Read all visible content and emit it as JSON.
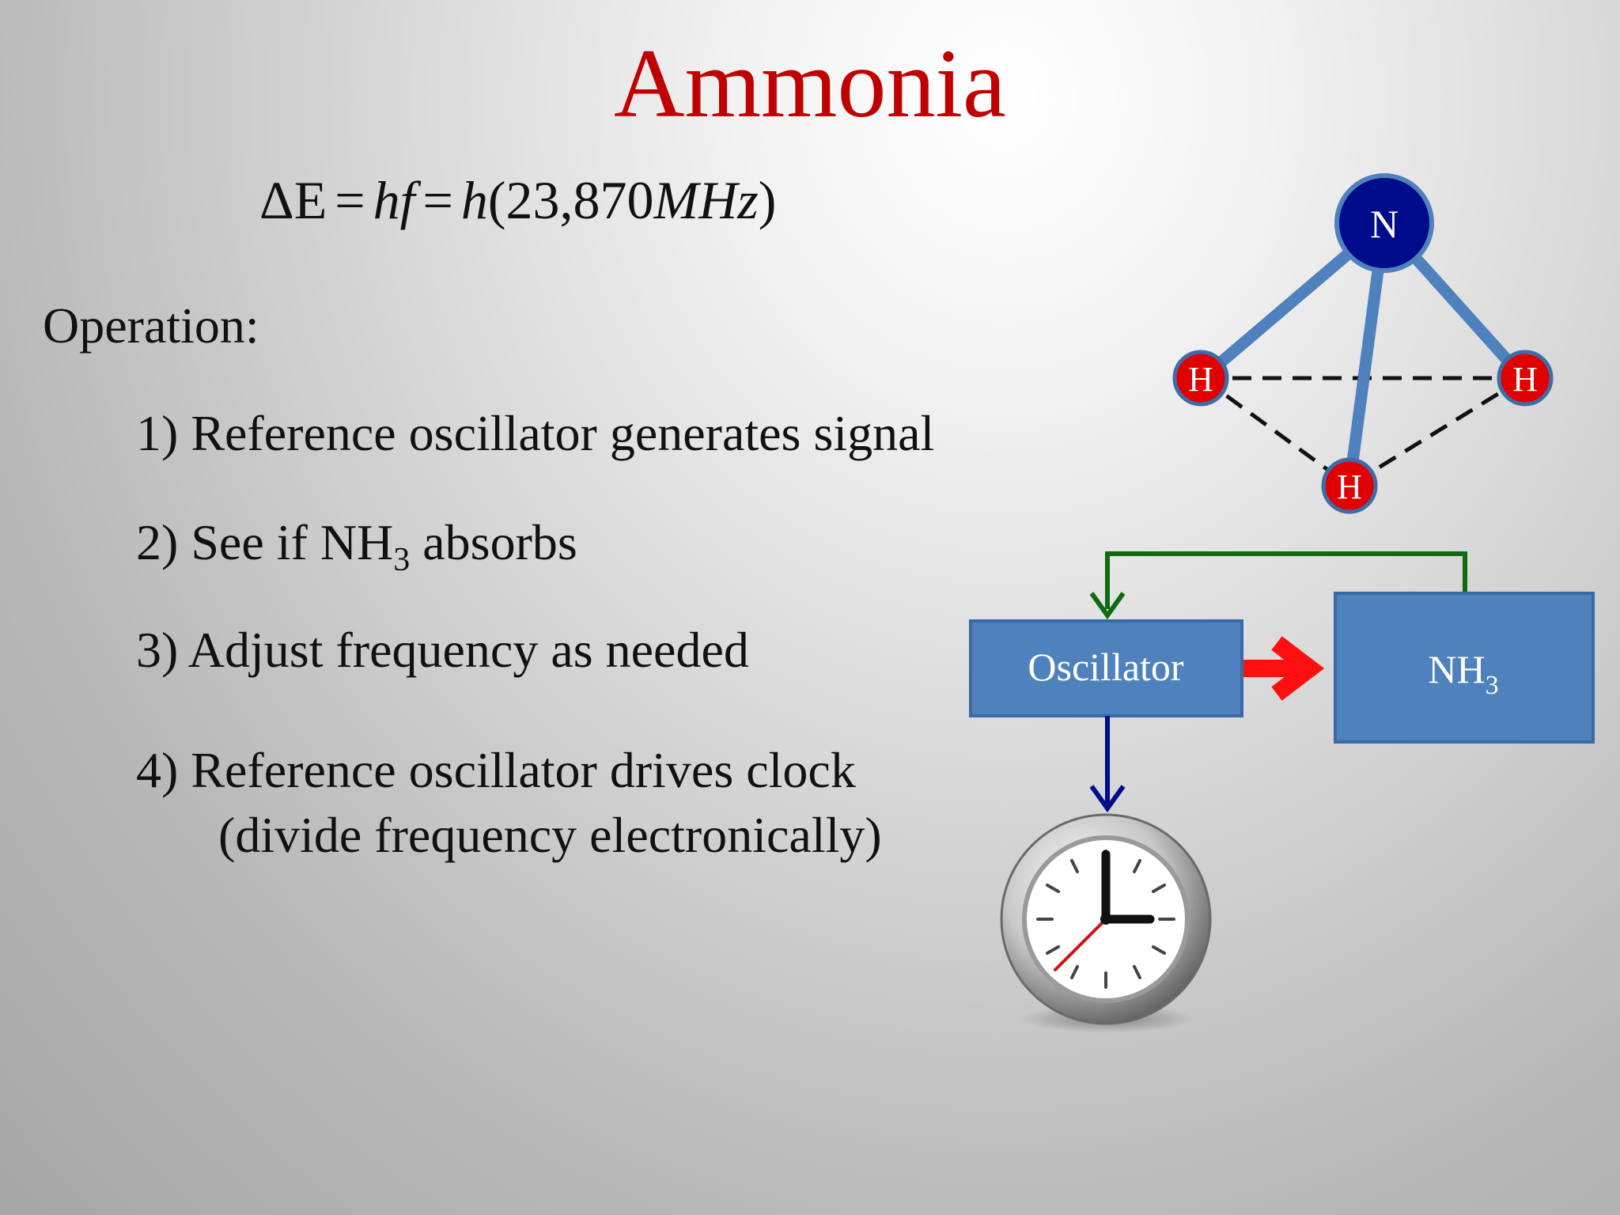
{
  "slide": {
    "title": "Ammonia",
    "equation": {
      "lhs": "ΔE",
      "eq1": "=",
      "mid": "hf",
      "eq2": "=",
      "h": "h",
      "open": "(",
      "number": "23,870",
      "unit": "MHz",
      "close": ")"
    },
    "operation_label": "Operation:",
    "steps": [
      {
        "text": "1) Reference oscillator generates signal"
      },
      {
        "prefix": "2) See if NH",
        "sub": "3",
        "suffix": " absorbs"
      },
      {
        "text": "3) Adjust frequency as needed"
      },
      {
        "text": "4) Reference oscillator drives clock",
        "continuation": "(divide frequency electronically)"
      }
    ]
  },
  "molecule": {
    "center_atom": "N",
    "outer_atoms": [
      "H",
      "H",
      "H"
    ],
    "colors": {
      "nitrogen": "#000c8a",
      "hydrogen": "#e00000",
      "bond": "#4f81bd",
      "outline": "#3b6ea8"
    }
  },
  "flow": {
    "oscillator_label": "Oscillator",
    "nh3_prefix": "NH",
    "nh3_sub": "3",
    "colors": {
      "box_fill": "#4f81bd",
      "box_border": "#3a6aa6",
      "feedback_arrow": "#0f6b0f",
      "signal_arrow": "#ff1010",
      "clock_arrow": "#000c8a"
    },
    "clock_icon": "clock-icon"
  }
}
